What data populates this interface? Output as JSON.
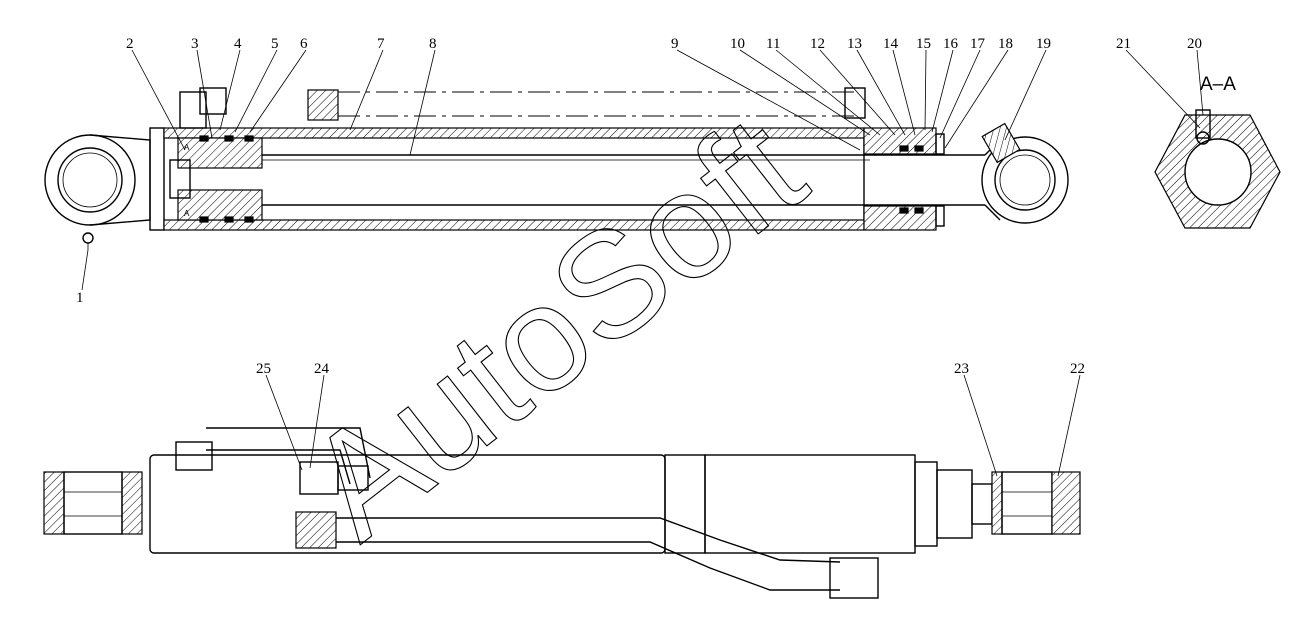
{
  "watermark": "AutoSoft",
  "section_label": "A–A",
  "section_marks": [
    "A",
    "A"
  ],
  "callouts_top": [
    "1",
    "2",
    "3",
    "4",
    "5",
    "6",
    "7",
    "8",
    "9",
    "10",
    "11",
    "12",
    "13",
    "14",
    "15",
    "16",
    "17",
    "18",
    "19"
  ],
  "callouts_section": [
    "21",
    "20"
  ],
  "callouts_bottom": [
    "25",
    "24",
    "23",
    "22"
  ],
  "colors": {
    "line": "#000000",
    "background": "#ffffff"
  }
}
